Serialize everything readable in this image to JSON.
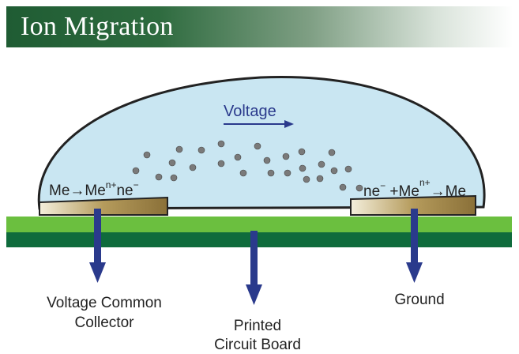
{
  "title": "Ion Migration",
  "diagram": {
    "voltage_label": "Voltage",
    "left_reaction": {
      "base": "Me→Me",
      "superscript": "n+",
      "suffix": "ne",
      "suffix_superscript": "−"
    },
    "right_reaction": {
      "prefix": "ne",
      "prefix_superscript": "−",
      "middle": " +Me",
      "superscript": "n+",
      "suffix": "→Me"
    },
    "left_electrode_label": [
      "Voltage Common",
      "Collector"
    ],
    "pcb_label": [
      "Printed",
      "Circuit Board"
    ],
    "right_electrode_label": "Ground"
  },
  "colors": {
    "title_banner": "#1f5c33",
    "droplet_fill": "#c9e6f2",
    "pcb_light": "#6bbf3f",
    "pcb_dark": "#0f6b3c",
    "electrode": "#a89258",
    "arrow": "#2a3a8c"
  }
}
